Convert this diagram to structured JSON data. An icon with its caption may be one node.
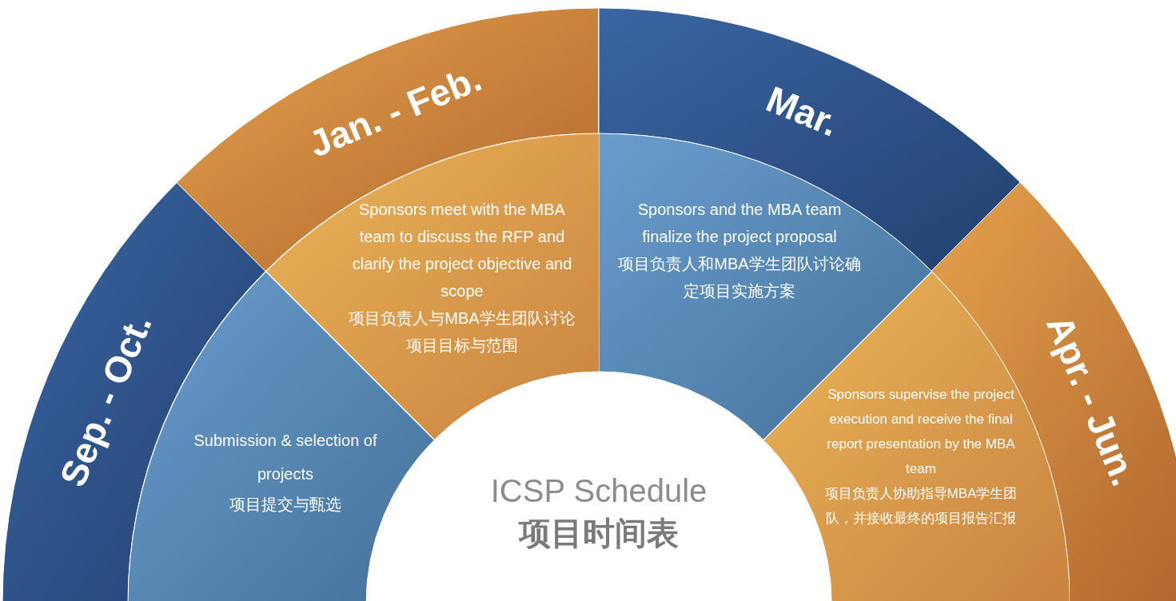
{
  "diagram": {
    "nodes": [
      {
        "text": [
          "Sep. - Oct."
        ]
      },
      {
        "text": [
          "Jan. - Feb."
        ]
      },
      {
        "text": [
          "Mar."
        ]
      },
      {
        "text": [
          "Apr. - Jun."
        ]
      },
      {
        "text": [
          "Submission & selection of projects",
          "项目提交与甄选"
        ]
      },
      {
        "text": [
          "Sponsors meet with the MBA team to discuss the RFP and clarify the project objective and scope",
          "项目负责人与MBA学生团队讨论项目目标与范围"
        ]
      },
      {
        "text": [
          "Sponsors and the MBA team finalize the project proposal",
          "项目负责人和MBA学生团队讨论确定项目实施方案"
        ]
      },
      {
        "text": [
          "Sponsors supervise the project execution and receive the final report presentation by the MBA team",
          "项目负责人协助指导MBA学生团队，并接收最终的项目报告汇报"
        ]
      },
      {
        "text": [
          "ICSP Schedule",
          "项目时间表"
        ]
      }
    ]
  }
}
